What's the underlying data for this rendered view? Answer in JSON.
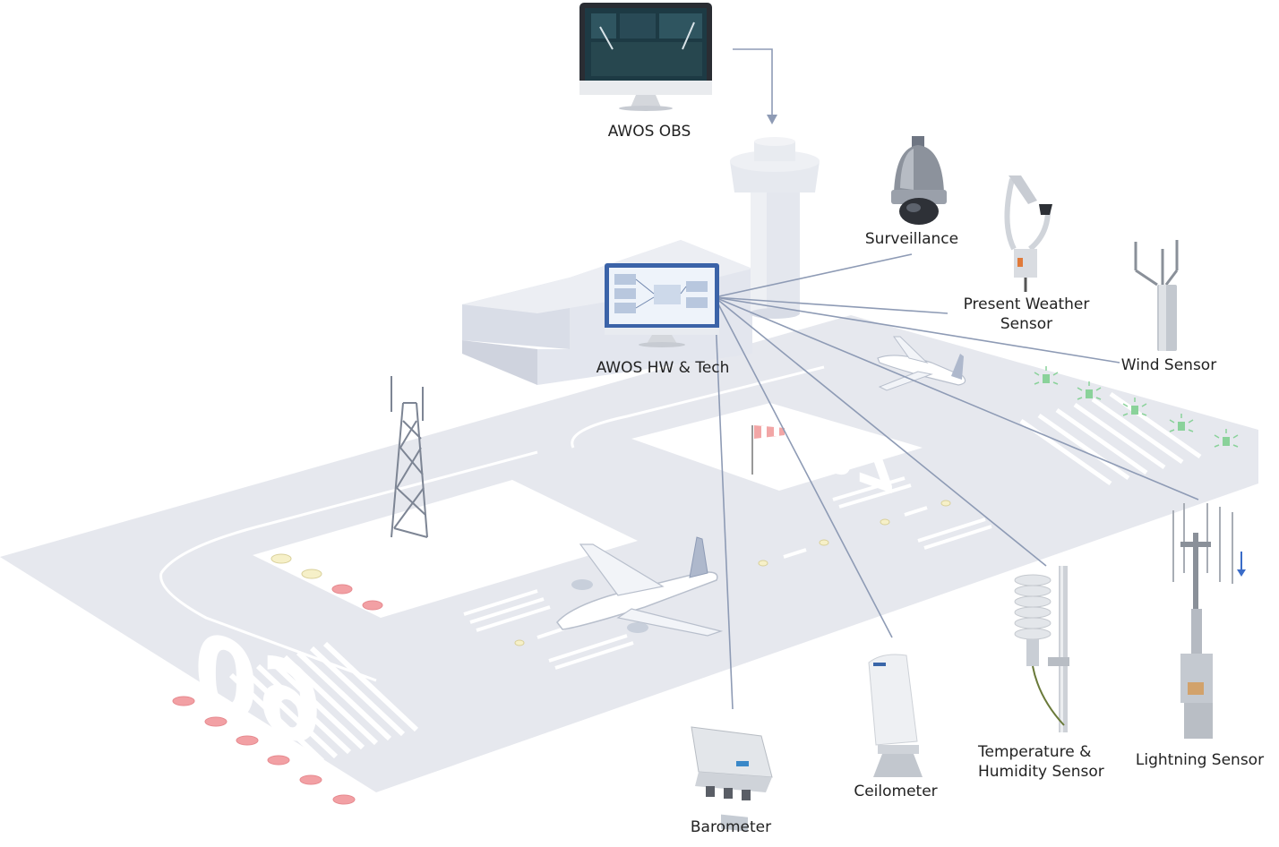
{
  "labels": {
    "awos_obs": "AWOS OBS",
    "awos_hw": "AWOS HW & Tech",
    "surveillance": "Surveillance",
    "present_weather_1": "Present Weather",
    "present_weather_2": "Sensor",
    "wind": "Wind Sensor",
    "temp_1": "Temperature &",
    "temp_2": "Humidity Sensor",
    "lightning": "Lightning Sensor",
    "ceilometer": "Ceilometer",
    "barometer": "Barometer"
  },
  "runway_numbers": {
    "left": "09",
    "right": "27"
  },
  "colors": {
    "ground": "#e6e8ee",
    "line": "#8e9bb5",
    "red_light": "#f2a0a4",
    "yellow_light": "#f6f0c8",
    "green_light": "#8ad29a"
  }
}
